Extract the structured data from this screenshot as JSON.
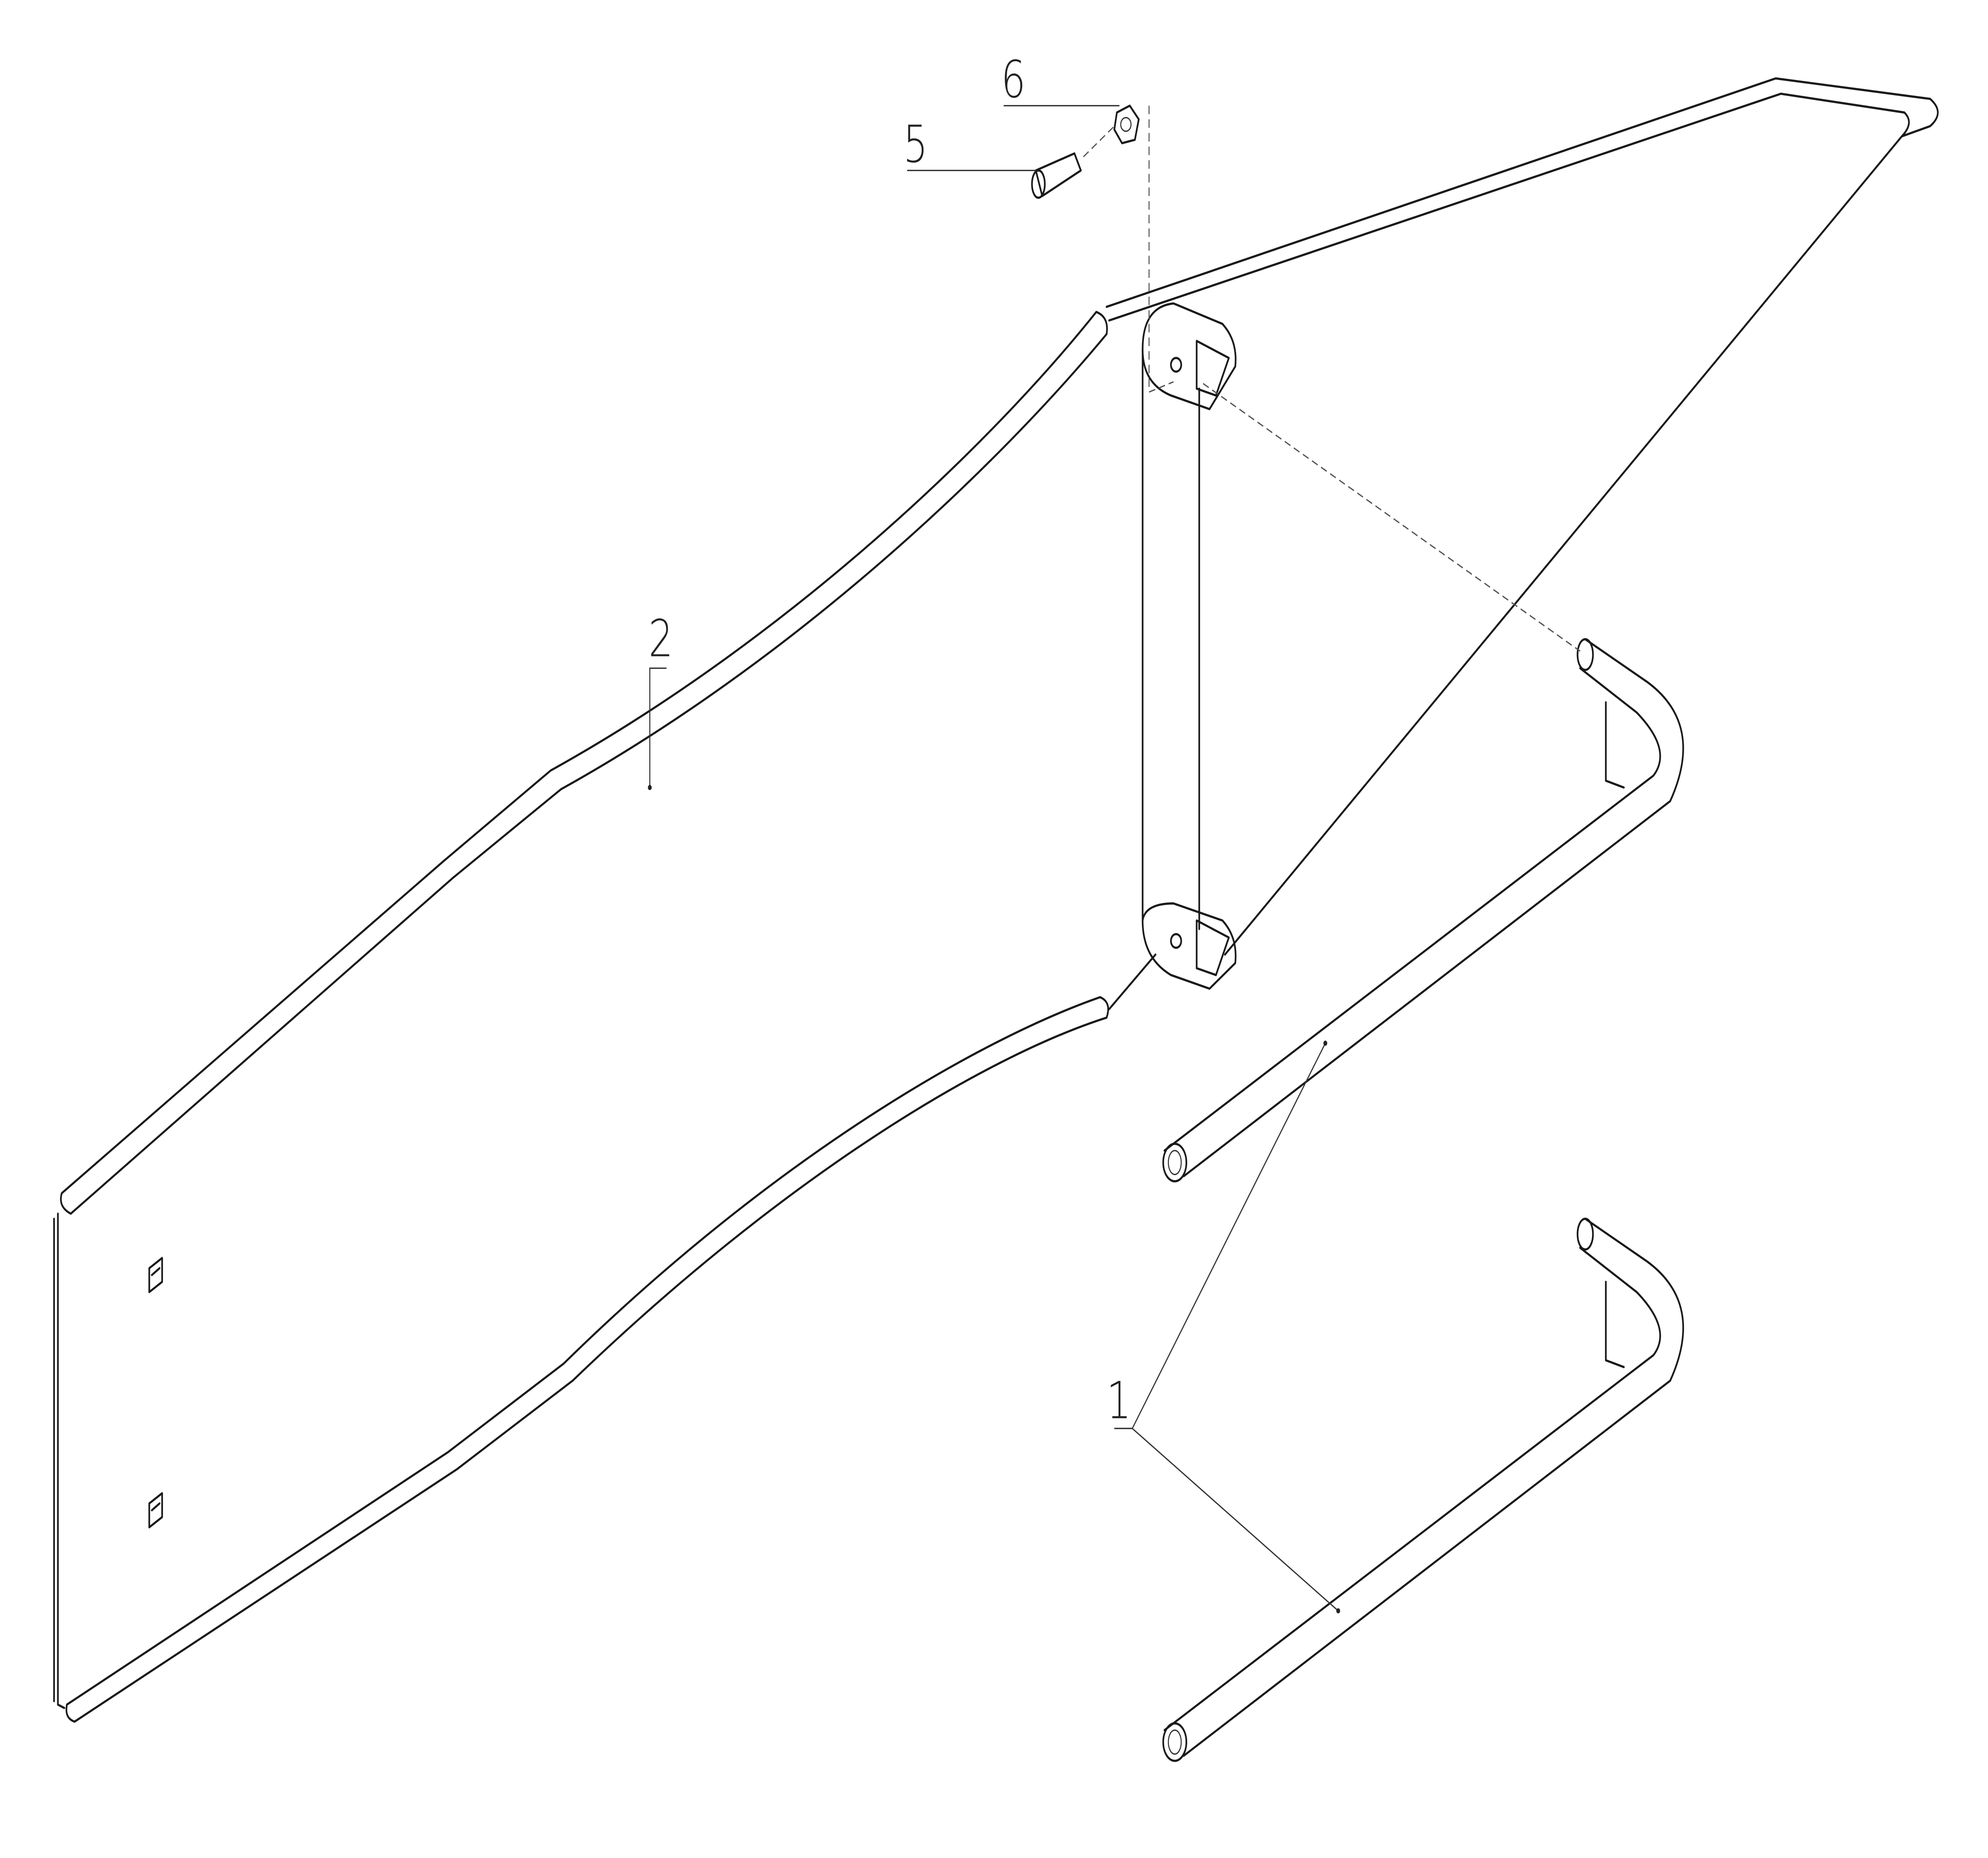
{
  "drawing": {
    "type": "exploded-assembly-view",
    "callouts": [
      {
        "id": "callout-1",
        "label": "1"
      },
      {
        "id": "callout-2",
        "label": "2"
      },
      {
        "id": "callout-5",
        "label": "5"
      },
      {
        "id": "callout-6",
        "label": "6"
      }
    ],
    "line_color": "#1a1a1a",
    "background": "#ffffff"
  }
}
